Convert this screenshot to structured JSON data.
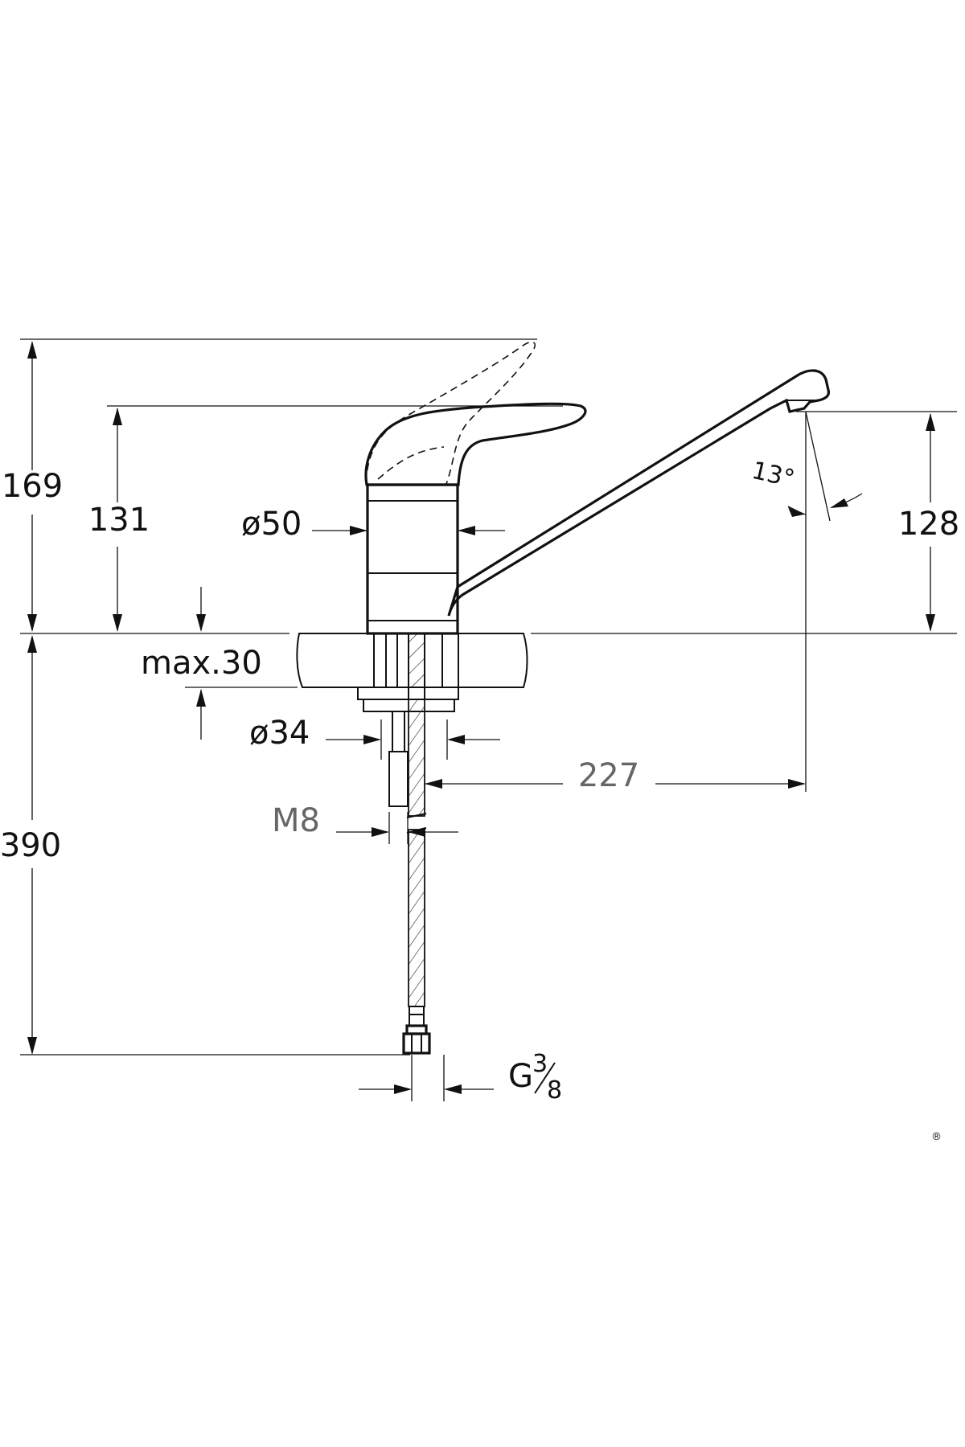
{
  "dimensions": {
    "total_height": "169",
    "lever_height": "131",
    "body_diameter": "ø50",
    "spout_height": "128",
    "spout_angle": "13°",
    "counter_thickness": "max.30",
    "shank_diameter": "ø34",
    "spout_reach": "227",
    "stud_thread": "M8",
    "hose_length": "390",
    "hose_connection_main": "G",
    "hose_connection_num": "3",
    "hose_connection_den": "8"
  },
  "mark": "®"
}
